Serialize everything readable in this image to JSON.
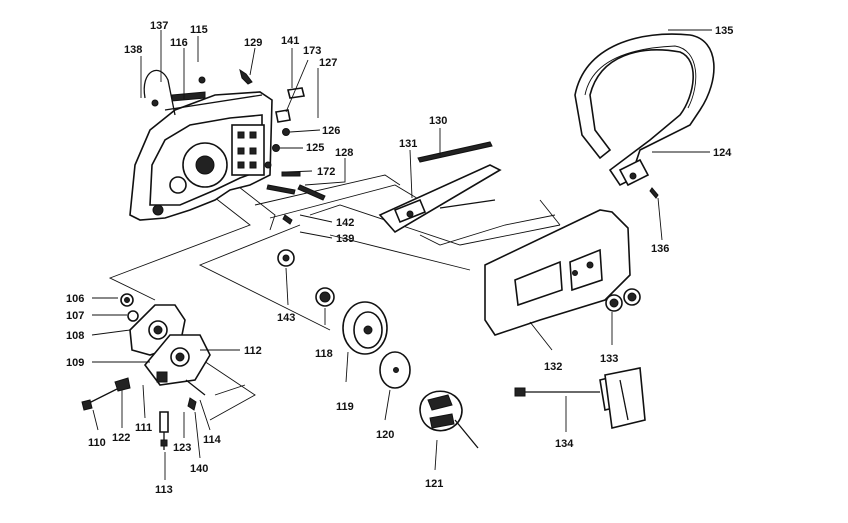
{
  "diagram": {
    "callouts": [
      {
        "id": "c137",
        "label": "137"
      },
      {
        "id": "c115",
        "label": "115"
      },
      {
        "id": "c116",
        "label": "116"
      },
      {
        "id": "c138",
        "label": "138"
      },
      {
        "id": "c129",
        "label": "129"
      },
      {
        "id": "c141",
        "label": "141"
      },
      {
        "id": "c173",
        "label": "173"
      },
      {
        "id": "c127",
        "label": "127"
      },
      {
        "id": "c126",
        "label": "126"
      },
      {
        "id": "c125",
        "label": "125"
      },
      {
        "id": "c128",
        "label": "128"
      },
      {
        "id": "c172",
        "label": "172"
      },
      {
        "id": "c142",
        "label": "142"
      },
      {
        "id": "c139",
        "label": "139"
      },
      {
        "id": "c130",
        "label": "130"
      },
      {
        "id": "c131",
        "label": "131"
      },
      {
        "id": "c135",
        "label": "135"
      },
      {
        "id": "c124",
        "label": "124"
      },
      {
        "id": "c136",
        "label": "136"
      },
      {
        "id": "c106",
        "label": "106"
      },
      {
        "id": "c107",
        "label": "107"
      },
      {
        "id": "c108",
        "label": "108"
      },
      {
        "id": "c109",
        "label": "109"
      },
      {
        "id": "c112",
        "label": "112"
      },
      {
        "id": "c143",
        "label": "143"
      },
      {
        "id": "c118",
        "label": "118"
      },
      {
        "id": "c119",
        "label": "119"
      },
      {
        "id": "c120",
        "label": "120"
      },
      {
        "id": "c121",
        "label": "121"
      },
      {
        "id": "c132",
        "label": "132"
      },
      {
        "id": "c133",
        "label": "133"
      },
      {
        "id": "c134",
        "label": "134"
      },
      {
        "id": "c110",
        "label": "110"
      },
      {
        "id": "c122",
        "label": "122"
      },
      {
        "id": "c111",
        "label": "111"
      },
      {
        "id": "c123",
        "label": "123"
      },
      {
        "id": "c114",
        "label": "114"
      },
      {
        "id": "c140",
        "label": "140"
      },
      {
        "id": "c113",
        "label": "113"
      }
    ]
  }
}
